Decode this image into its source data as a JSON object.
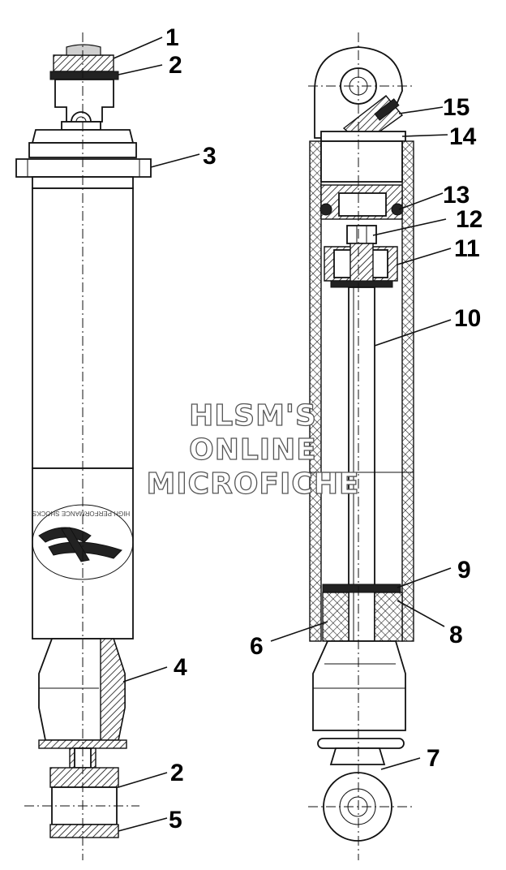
{
  "callouts": [
    {
      "id": "1",
      "label": "1"
    },
    {
      "id": "2a",
      "label": "2"
    },
    {
      "id": "3",
      "label": "3"
    },
    {
      "id": "4",
      "label": "4"
    },
    {
      "id": "2b",
      "label": "2"
    },
    {
      "id": "5",
      "label": "5"
    },
    {
      "id": "15",
      "label": "15"
    },
    {
      "id": "14",
      "label": "14"
    },
    {
      "id": "13",
      "label": "13"
    },
    {
      "id": "12",
      "label": "12"
    },
    {
      "id": "11",
      "label": "11"
    },
    {
      "id": "10",
      "label": "10"
    },
    {
      "id": "9",
      "label": "9"
    },
    {
      "id": "8",
      "label": "8"
    },
    {
      "id": "6",
      "label": "6"
    },
    {
      "id": "7",
      "label": "7"
    }
  ],
  "watermark": {
    "line1": "HLSM'S",
    "line2": "ONLINE",
    "line3": "MICROFICHE"
  }
}
